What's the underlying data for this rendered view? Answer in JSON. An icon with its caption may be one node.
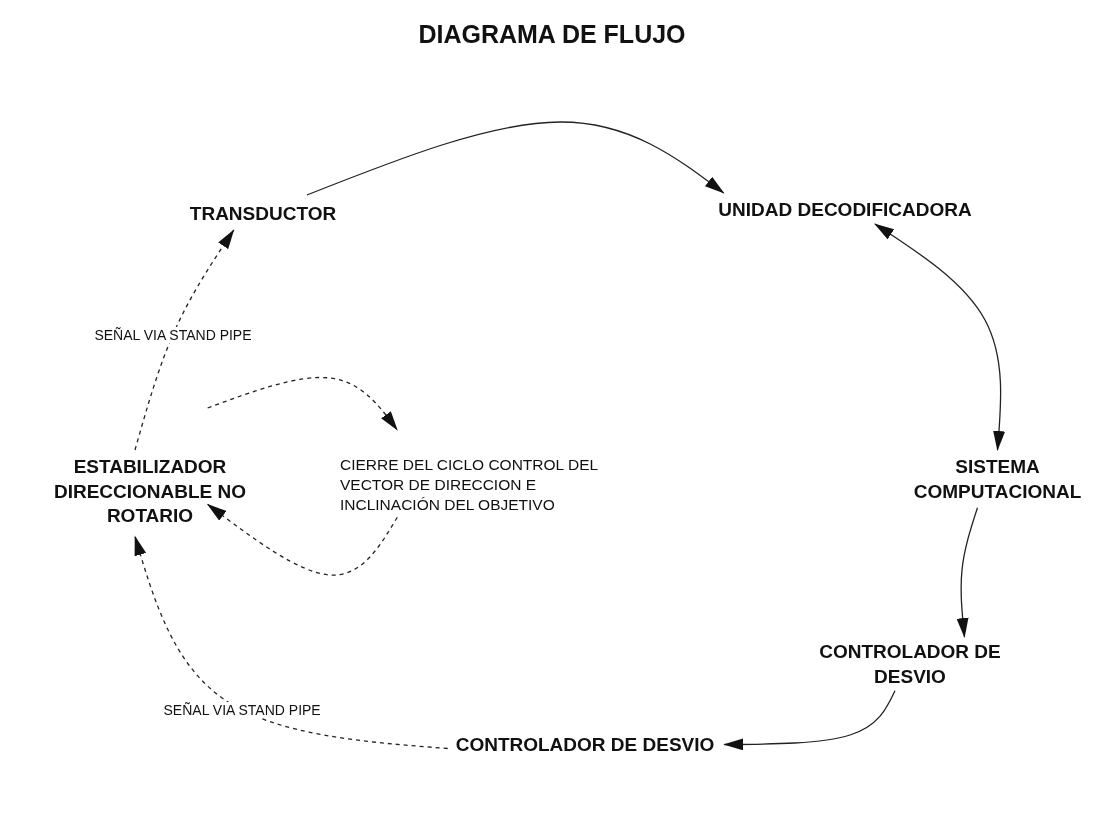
{
  "diagram": {
    "title": "DIAGRAMA DE FLUJO",
    "nodes": [
      {
        "text": [
          "TRANSDUCTOR"
        ]
      },
      {
        "text": [
          "UNIDAD DECODIFICADORA"
        ]
      },
      {
        "text": [
          "SISTEMA COMPUTACIONAL"
        ]
      },
      {
        "text": [
          "CONTROLADOR DE DESVIO"
        ]
      },
      {
        "text": [
          "CONTROLADOR DE DESVIO"
        ]
      },
      {
        "text": [
          "ESTABILIZADOR DIRECCIONABLE NO ROTARIO"
        ]
      },
      {
        "text": [
          "CIERRE DEL CICLO CONTROL DEL VECTOR DE DIRECCION E INCLINACIÓN DEL OBJETIVO"
        ]
      }
    ],
    "edges": [
      {
        "from": 0,
        "to": 1,
        "arrow": "to"
      },
      {
        "from": 1,
        "to": 2,
        "arrow": "both"
      },
      {
        "from": 2,
        "to": 3,
        "arrow": "to"
      },
      {
        "from": 3,
        "to": 4,
        "arrow": "to"
      },
      {
        "from": 4,
        "to": 5,
        "arrow": "to",
        "style": "dashed",
        "label": "SEÑAL VIA STAND PIPE"
      },
      {
        "from": 5,
        "to": 0,
        "arrow": "to",
        "style": "dashed",
        "label": "SEÑAL VIA STAND PIPE"
      },
      {
        "from": 5,
        "to": 6,
        "arrow": "to",
        "style": "dashed"
      },
      {
        "from": 6,
        "to": 5,
        "arrow": "to",
        "style": "dashed"
      }
    ]
  }
}
